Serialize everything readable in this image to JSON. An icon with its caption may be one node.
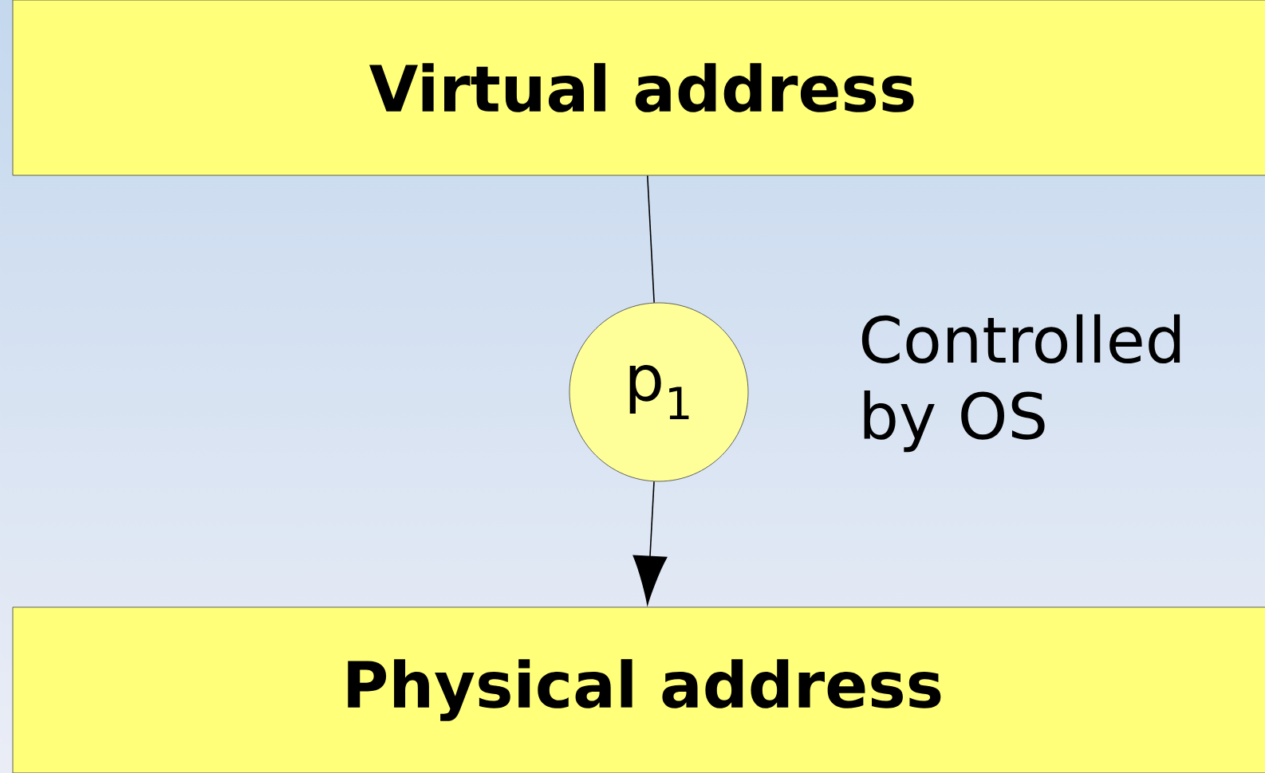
{
  "diagram": {
    "nodes": [
      {
        "text": [
          "Virtual address"
        ]
      },
      {
        "text": [
          "p$_{1}$"
        ]
      },
      {
        "text": [
          "Physical address"
        ]
      }
    ],
    "edges": [
      {
        "from": 0,
        "to": 1,
        "arrow": "none"
      },
      {
        "from": 1,
        "to": 2,
        "arrow": "to"
      }
    ],
    "labels": [
      "Controlled by OS"
    ]
  }
}
